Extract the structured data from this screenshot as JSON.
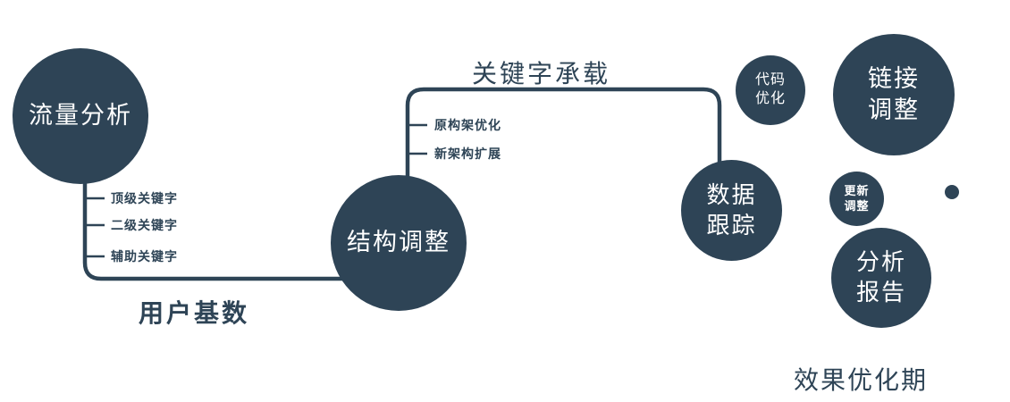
{
  "diagram": {
    "colors": {
      "primary": "#2e4456",
      "text_on_node": "#ffffff",
      "background": "#ffffff"
    },
    "nodes": {
      "traffic": {
        "label": "流量分析"
      },
      "structure": {
        "label": "结构调整"
      },
      "data_tracking": {
        "label": "数据\n跟踪"
      },
      "code_optimization": {
        "label": "代码\n优化"
      },
      "link_adjustment": {
        "label": "链接\n调整"
      },
      "update_adjustment": {
        "label": "更新\n调整"
      },
      "analysis_report": {
        "label": "分析\n报告"
      }
    },
    "edge_labels": {
      "keyword_carry": "关键字承载",
      "user_base": "用户基数",
      "effect_period": "效果优化期"
    },
    "ticks": {
      "traffic_branch": [
        "顶级关键字",
        "二级关键字",
        "辅助关键字"
      ],
      "structure_branch": [
        "原构架优化",
        "新架构扩展"
      ]
    }
  }
}
